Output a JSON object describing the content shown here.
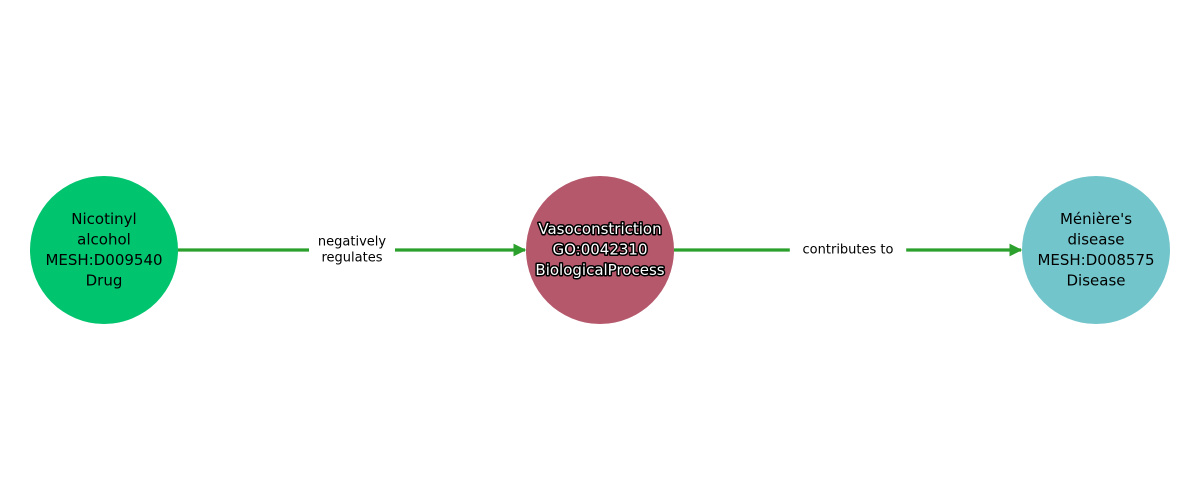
{
  "colors": {
    "edge": "#2ca02c",
    "drug": "#00c46e",
    "biological_process": "#b5586c",
    "disease": "#72c6cb"
  },
  "nodes": [
    {
      "id": "drug",
      "lines": [
        "Nicotinyl",
        "alcohol",
        "MESH:D009540",
        "Drug"
      ],
      "color": "#00c46e",
      "text_color": "#000000",
      "halo": false
    },
    {
      "id": "process",
      "lines": [
        "Vasoconstriction",
        "GO:0042310",
        "BiologicalProcess"
      ],
      "color": "#b5586c",
      "text_color": "#ffffff",
      "halo": true
    },
    {
      "id": "disease",
      "lines": [
        "Ménière's",
        "disease",
        "MESH:D008575",
        "Disease"
      ],
      "color": "#72c6cb",
      "text_color": "#000000",
      "halo": false
    }
  ],
  "edges": [
    {
      "from": "drug",
      "to": "process",
      "label_lines": [
        "negatively",
        "regulates"
      ]
    },
    {
      "from": "process",
      "to": "disease",
      "label_lines": [
        "contributes to"
      ]
    }
  ]
}
